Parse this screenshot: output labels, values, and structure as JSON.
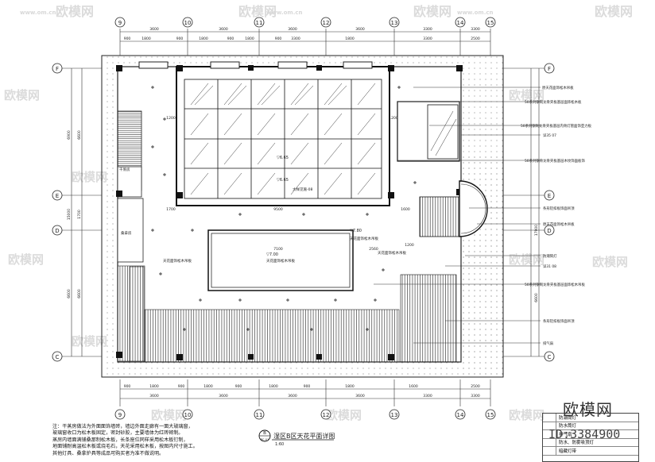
{
  "drawing": {
    "title": "湿区B区天花平面详图",
    "title_badge": "B",
    "title_badge_sub": "RC-01",
    "scale": "1:60"
  },
  "grid": {
    "top_axes": [
      "9",
      "10",
      "11",
      "12",
      "13",
      "14",
      "15"
    ],
    "bottom_axes": [
      "9",
      "10",
      "11",
      "12",
      "13",
      "14",
      "15"
    ],
    "left_axes": [
      "F",
      "E",
      "D",
      "C"
    ],
    "right_axes": [
      "F",
      "E",
      "D",
      "C"
    ]
  },
  "dimensions": {
    "top_row1": [
      "900",
      "1800",
      "900",
      "1800",
      "900",
      "1800",
      "900",
      "3300",
      "1800",
      "3300",
      "2500"
    ],
    "top_row2": [
      "3600",
      "3600",
      "3600",
      "3600",
      "3300",
      "3300"
    ],
    "left_outer": [
      "6900",
      "15000",
      "6600"
    ],
    "left_inner": [
      "6600",
      "1700",
      "6600"
    ],
    "bottom_row1": [
      "900",
      "1800",
      "900",
      "1800",
      "900",
      "1800",
      "900",
      "1800",
      "1600",
      "2500"
    ],
    "bottom_row2": [
      "3600",
      "3600",
      "3600",
      "3600",
      "3300",
      "3300"
    ],
    "right_outer": [
      "17900",
      "6600"
    ],
    "interior": [
      "1200",
      "1700",
      "9500",
      "1600",
      "7100",
      "2560",
      "1200",
      "1200"
    ]
  },
  "annotations": {
    "elev_1": "▽7.80",
    "elev_2": "▽7.00",
    "elev_3": "▽6.65",
    "elev_4": "▽6.65",
    "ceiling_a": "天花面饰松木吊板",
    "ceiling_b": "天花面饰松木吊板",
    "ceiling_c": "天花面饰松木吊板",
    "ceiling_d": "天花面饰松木吊板",
    "room_a": "干蒸房",
    "room_b": "桑拿房",
    "detail_ref": "大样见施-08"
  },
  "callouts": [
    "原天花面饰松木吊板",
    "50系列钢制龙骨夹板基层面饰松木板",
    "50系列钢制龙骨夹板基层内骨灯管面饰亚力板",
    "详35  07",
    "50系列钢骨龙骨夹板基层木纹饰面板饰",
    "条形铝扣板饰面吊顶",
    "原天花面饰松木吊板",
    "防潮筒灯",
    "详31  08",
    "50系列钢制龙骨夹板基层面饰松木吊板",
    "条形铝扣板饰面吊顶",
    "排气扇"
  ],
  "notes": [
    "注：干蒸房做法为外面面饰墙砖，墙边外面走廊有一面大玻璃窗，",
    "玻璃窗收口为松木板固定，密封砂胶，主要墙体为红砖砌制。",
    "蒸房内墙面满铺桑那制松木板，长条座位同样采用松木板钉制，",
    "地面铺耐高温松木板或烧毛石，天花采用松木板，按图内尺寸施工。",
    "其他灯具、桑拿炉具等成品可购买者为准不做说明。"
  ],
  "legend": [
    "防潮筒灯",
    "防水筒灯",
    "排气扇",
    "防水、防雾吸顶灯",
    "暗藏灯带"
  ],
  "watermark": {
    "text": "欧模网",
    "site": "www.om.cn",
    "id": "ID:3384900"
  }
}
